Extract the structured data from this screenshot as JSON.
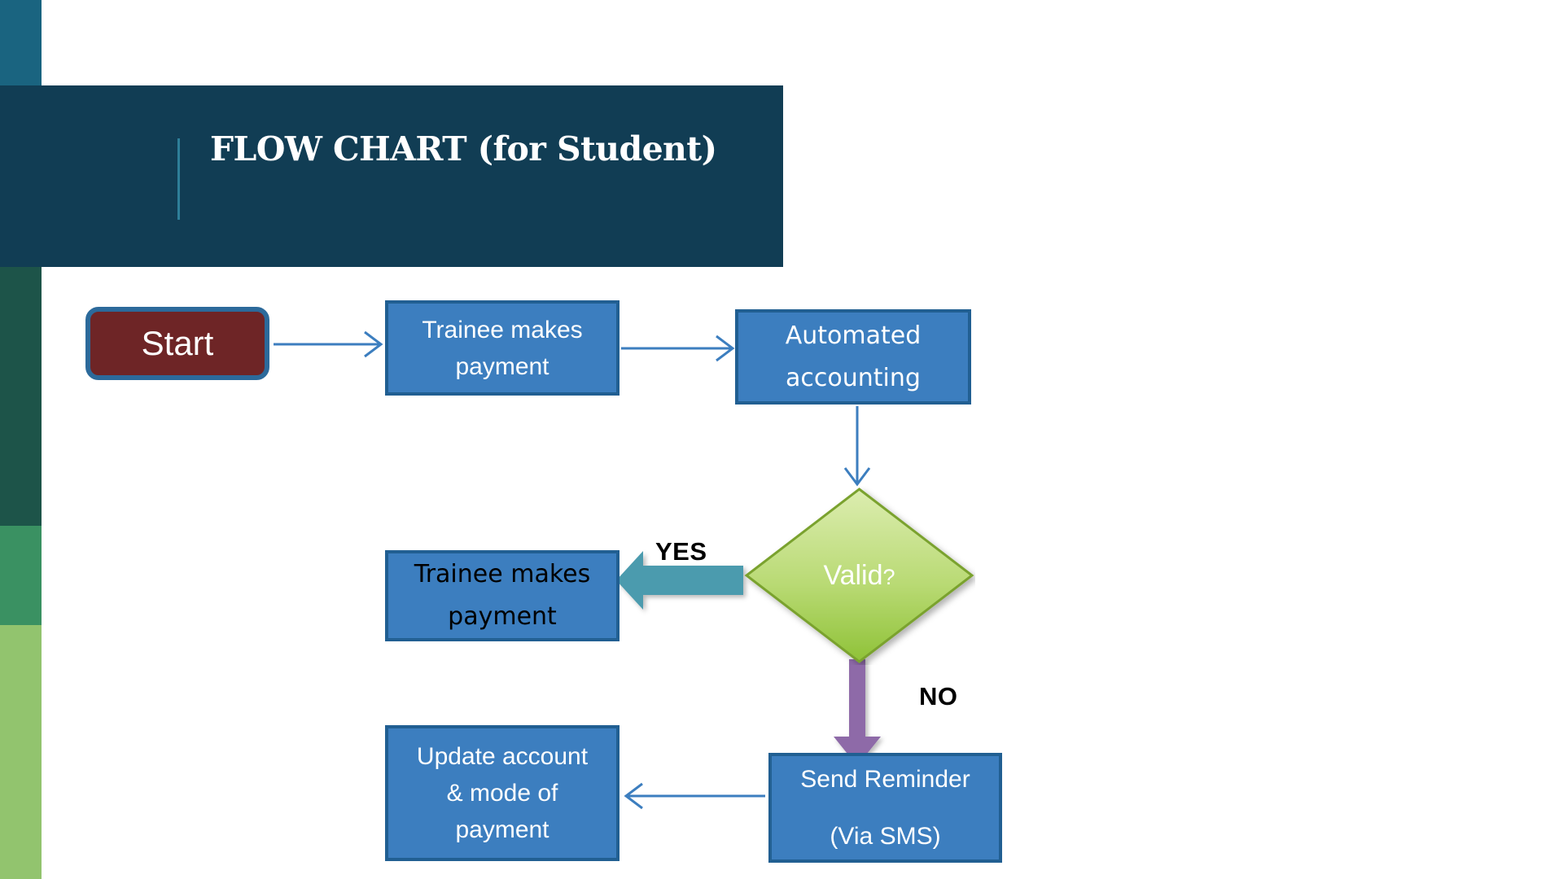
{
  "slide": {
    "title": "FLOW CHART (for Student)",
    "background_color": "#FFFFFF"
  },
  "sidebar": {
    "bands": [
      {
        "name": "teal-band",
        "color": "#1A6480"
      },
      {
        "name": "navy-band",
        "color": "#113D54"
      },
      {
        "name": "dark-green-band",
        "color": "#1D5449"
      },
      {
        "name": "mid-green-band",
        "color": "#3A9162"
      },
      {
        "name": "light-green-band",
        "color": "#92C46E"
      }
    ]
  },
  "header": {
    "bar_color": "#113D54",
    "accent_line_color": "#2E7F99",
    "title_color": "#FFFFFF"
  },
  "chart_data": {
    "type": "diagram",
    "diagram_type": "flowchart",
    "title": "FLOW CHART (for Student)",
    "nodes": [
      {
        "id": "start",
        "label": "Start",
        "shape": "rounded-rectangle",
        "fill": "#6E2526",
        "border": "#2C6A9B",
        "text_color": "#FFFFFF"
      },
      {
        "id": "trainee-payment-1",
        "label": "Trainee makes payment",
        "line1": "Trainee makes",
        "line2": "payment",
        "shape": "rectangle",
        "fill": "#3C7EBF",
        "border": "#215F92",
        "text_color": "#FFFFFF"
      },
      {
        "id": "automated-accounting",
        "label": "Automated accounting",
        "line1": "Automated",
        "line2": "accounting",
        "shape": "rectangle",
        "fill": "#3C7EBF",
        "border": "#215F92",
        "text_color": "#FFFFFF"
      },
      {
        "id": "decision-valid",
        "label": "Valid?",
        "text_main": "Valid",
        "text_suffix": "?",
        "shape": "diamond",
        "fill_top": "#DCEDB0",
        "fill_bottom": "#91C33C",
        "border": "#7AA22E",
        "text_color": "#FFFFFF"
      },
      {
        "id": "trainee-payment-2",
        "label": "Trainee makes payment",
        "line1": "Trainee makes",
        "line2": "payment",
        "shape": "rectangle",
        "fill": "#3C7EBF",
        "border": "#215F92",
        "text_color": "#000000"
      },
      {
        "id": "send-reminder",
        "label": "Send Reminder (Via SMS)",
        "line1": "Send Reminder",
        "line2": "(Via SMS)",
        "shape": "rectangle",
        "fill": "#3C7EBF",
        "border": "#215F92",
        "text_color": "#FFFFFF"
      },
      {
        "id": "update-account",
        "label": "Update account & mode of payment",
        "line1": "Update account",
        "line2": "& mode of",
        "line3": "payment",
        "shape": "rectangle",
        "fill": "#3C7EBF",
        "border": "#215F92",
        "text_color": "#FFFFFF"
      }
    ],
    "edges": [
      {
        "from": "start",
        "to": "trainee-payment-1",
        "label": "",
        "style": "thin-arrow",
        "color": "#3C7EBF"
      },
      {
        "from": "trainee-payment-1",
        "to": "automated-accounting",
        "label": "",
        "style": "thin-arrow",
        "color": "#3C7EBF"
      },
      {
        "from": "automated-accounting",
        "to": "decision-valid",
        "label": "",
        "style": "thin-arrow",
        "color": "#3C7EBF"
      },
      {
        "from": "decision-valid",
        "to": "trainee-payment-2",
        "label": "YES",
        "style": "thick-block-arrow",
        "color": "#4B9BAE"
      },
      {
        "from": "decision-valid",
        "to": "send-reminder",
        "label": "NO",
        "style": "thick-block-arrow",
        "color": "#8E6BA8"
      },
      {
        "from": "send-reminder",
        "to": "update-account",
        "label": "",
        "style": "thin-arrow",
        "color": "#3C7EBF"
      }
    ],
    "branch_labels": [
      {
        "name": "yes",
        "text": "YES",
        "color": "#000000"
      },
      {
        "name": "no",
        "text": "NO",
        "color": "#000000"
      }
    ]
  }
}
